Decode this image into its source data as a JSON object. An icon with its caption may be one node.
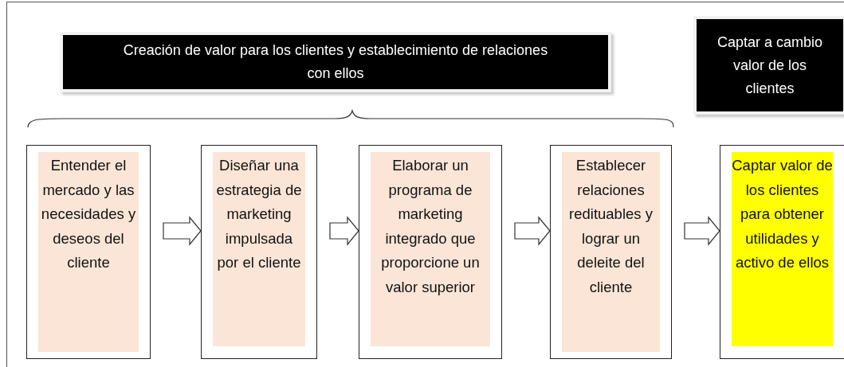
{
  "diagram": {
    "nodes": [
      {
        "text": [
          "Creación de valor para los clientes y establecimiento de relaciones con ellos"
        ]
      },
      {
        "text": [
          "Captar a cambio valor de los clientes"
        ]
      },
      {
        "text": [
          "Entender el mercado y las necesidades y deseos del cliente"
        ]
      },
      {
        "text": [
          "Diseñar una estrategia de marketing impulsada por el cliente"
        ]
      },
      {
        "text": [
          "Elaborar un programa de marketing integrado que proporcione un valor superior"
        ]
      },
      {
        "text": [
          "Establecer relaciones redituables y lograr un deleite del cliente"
        ]
      },
      {
        "text": [
          "Captar valor de los clientes para obtener utilidades y activo de ellos"
        ]
      }
    ],
    "edges": [
      {
        "from": 2,
        "to": 3,
        "arrow": "to"
      },
      {
        "from": 3,
        "to": 4,
        "arrow": "to"
      },
      {
        "from": 4,
        "to": 5,
        "arrow": "to"
      },
      {
        "from": 5,
        "to": 6,
        "arrow": "to"
      }
    ]
  }
}
